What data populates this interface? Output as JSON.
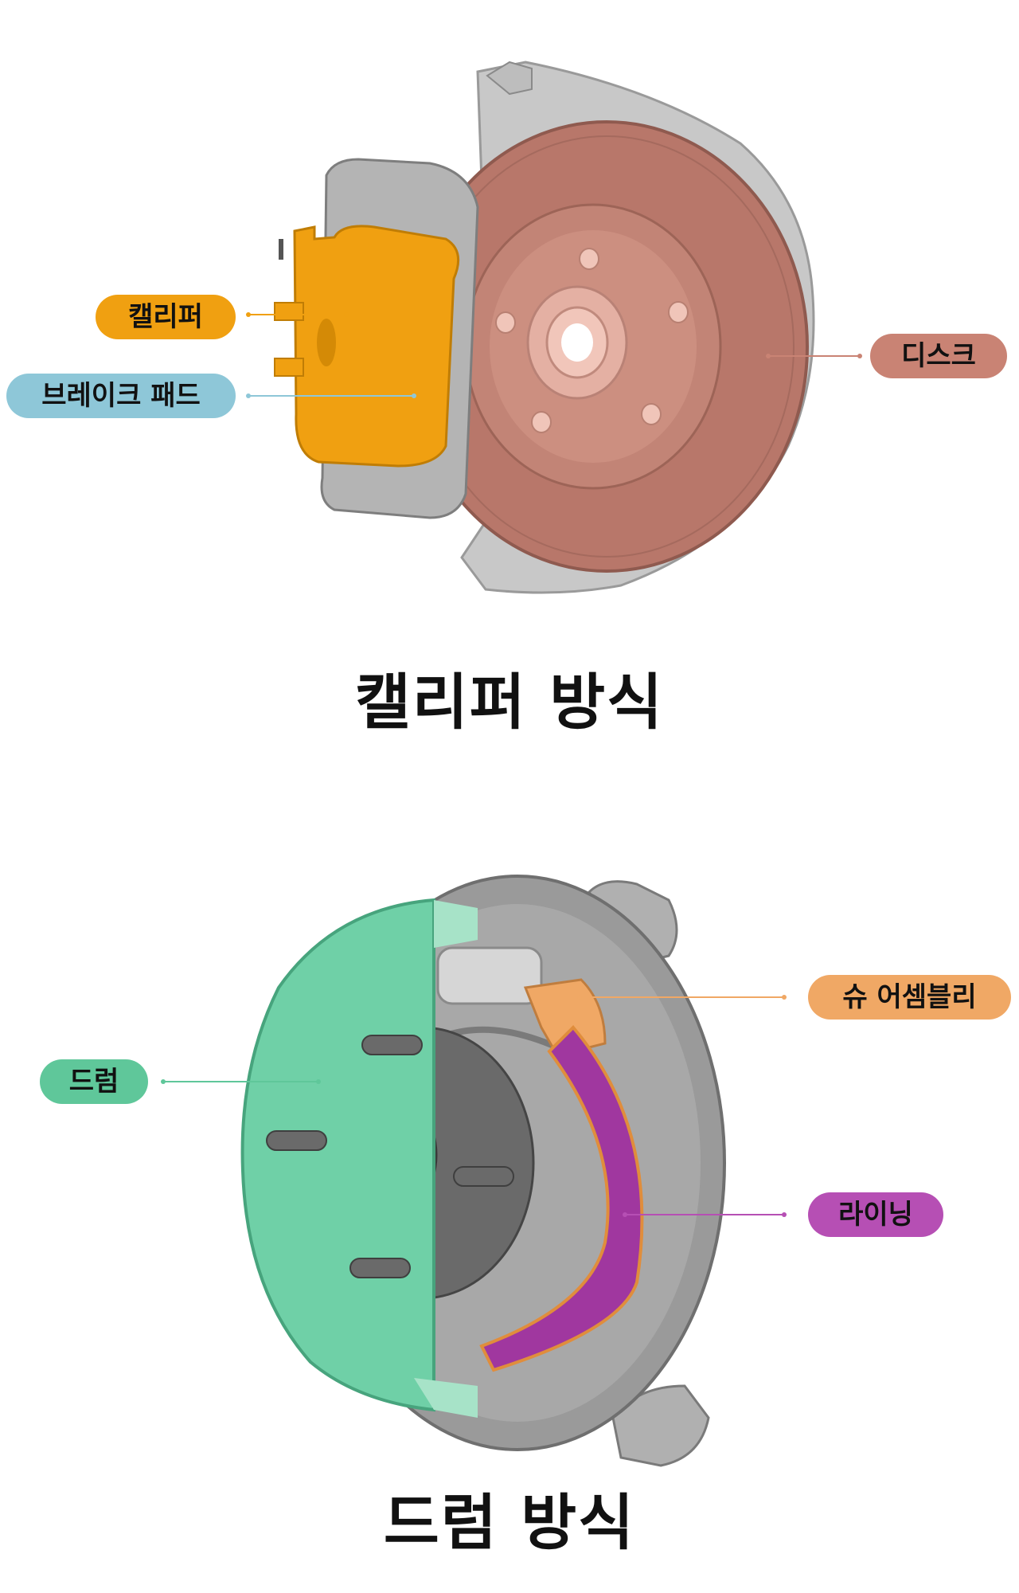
{
  "caliper_section": {
    "title": "캘리퍼 방식",
    "labels": {
      "caliper": "캘리퍼",
      "brake_pad": "브레이크 패드",
      "disc": "디스크"
    }
  },
  "drum_section": {
    "title": "드럼 방식",
    "labels": {
      "shoe_assembly": "슈 어셈블리",
      "drum": "드럼",
      "lining": "라이닝"
    }
  },
  "colors": {
    "caliper": "#f0a011",
    "brake_pad": "#8ec7d8",
    "disc": "#c98374",
    "shoe_assembly": "#f0a865",
    "drum": "#5fc79a",
    "lining": "#b64fb4"
  }
}
